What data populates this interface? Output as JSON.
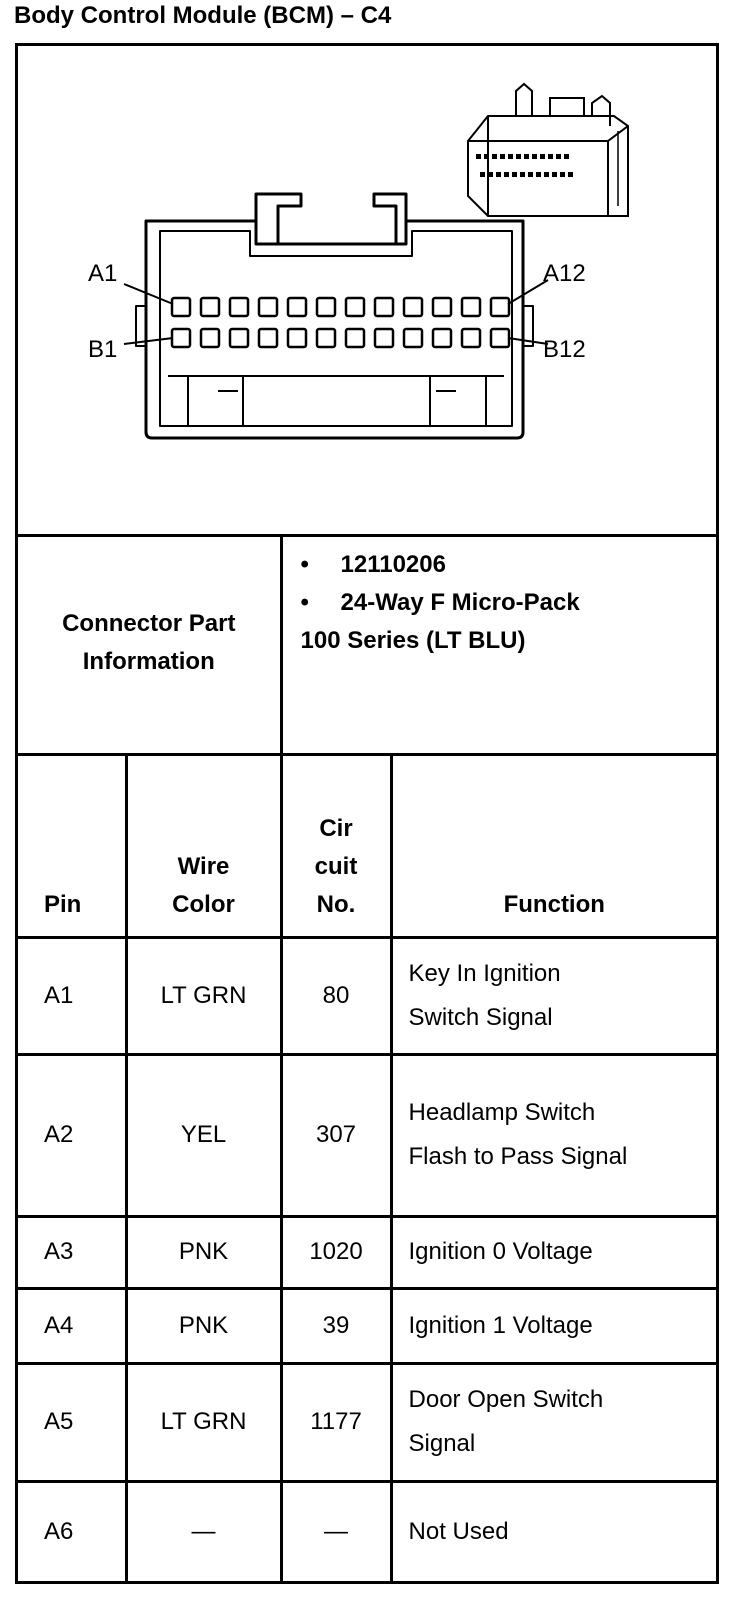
{
  "title": "Body Control Module (BCM) – C4",
  "diagram": {
    "labels": {
      "a1": "A1",
      "a12": "A12",
      "b1": "B1",
      "b12": "B12"
    }
  },
  "connector_info": {
    "label": "Connector Part Information",
    "bullets": [
      "12110206",
      "24-Way F Micro-Pack"
    ],
    "extra": "100 Series (LT BLU)"
  },
  "table": {
    "headers": {
      "pin": "Pin",
      "wire_color": "Wire Color",
      "circuit": "Cir cuit No.",
      "function": "Function"
    },
    "rows": [
      {
        "pin": "A1",
        "color": "LT GRN",
        "circuit": "80",
        "function": "Key In Ignition Switch Signal"
      },
      {
        "pin": "A2",
        "color": "YEL",
        "circuit": "307",
        "function": "Headlamp Switch Flash to Pass Signal"
      },
      {
        "pin": "A3",
        "color": "PNK",
        "circuit": "1020",
        "function": "Ignition 0 Voltage"
      },
      {
        "pin": "A4",
        "color": "PNK",
        "circuit": "39",
        "function": "Ignition 1 Voltage"
      },
      {
        "pin": "A5",
        "color": "LT GRN",
        "circuit": "1177",
        "function": "Door Open Switch Signal"
      },
      {
        "pin": "A6",
        "color": "—",
        "circuit": "—",
        "function": "Not Used"
      }
    ]
  }
}
